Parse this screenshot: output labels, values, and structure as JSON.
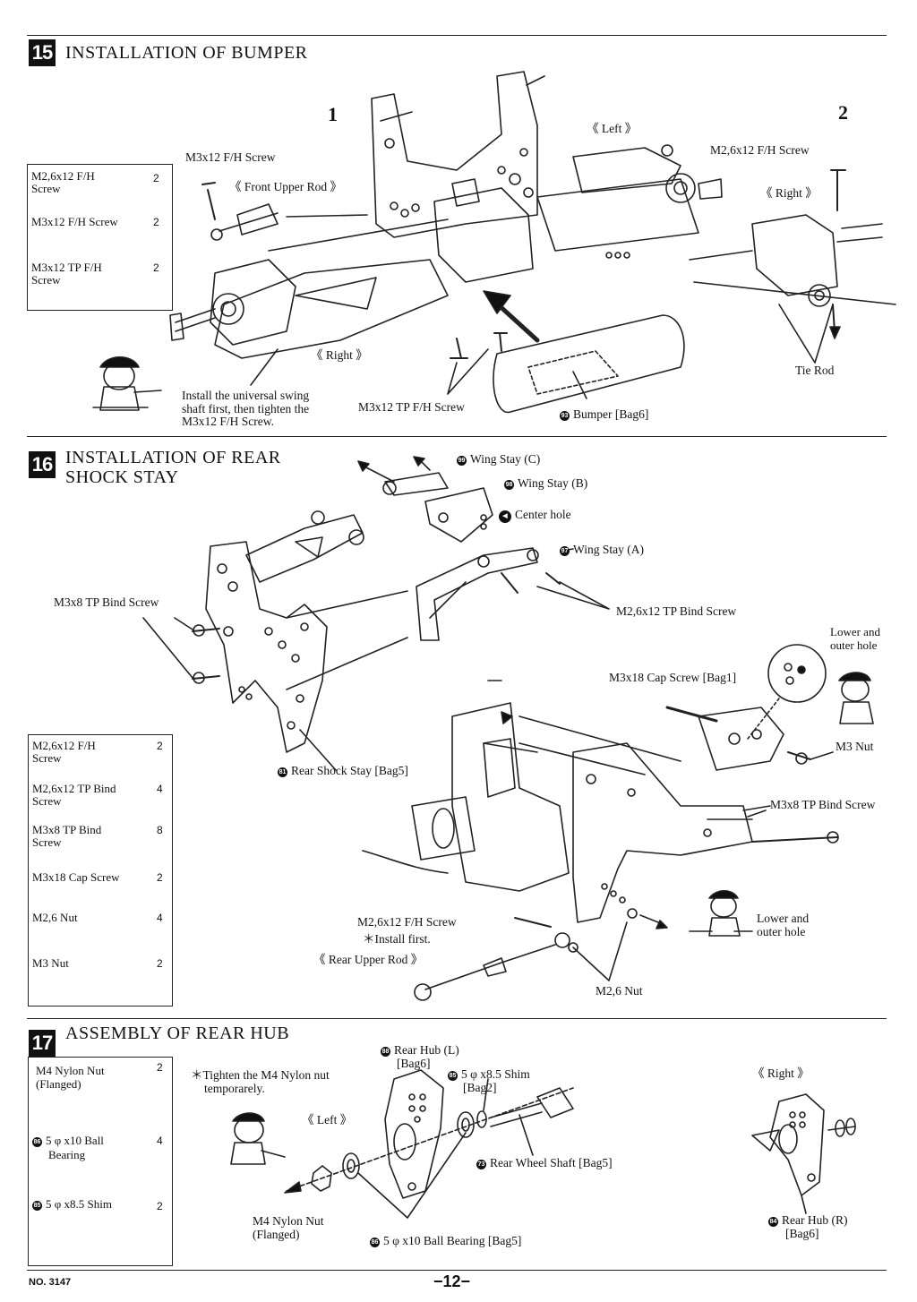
{
  "sections": {
    "s15": {
      "number": "15",
      "title": "INSTALLATION OF BUMPER",
      "parts": [
        {
          "name": "M2,6x12 F/H Screw",
          "qty": "2"
        },
        {
          "name": "M3x12 F/H Screw",
          "qty": "2"
        },
        {
          "name": "M3x12 TP F/H Screw",
          "qty": "2"
        }
      ],
      "labels": {
        "step1": "1",
        "step2": "2",
        "left": "《 Left 》",
        "right_top": "《 Right 》",
        "right_bottom": "《 Right 》",
        "front_upper_rod": "《 Front Upper Rod 》",
        "m3x12_fh": "M3x12 F/H Screw",
        "m26x12_fh": "M2,6x12 F/H Screw",
        "tie_rod": "Tie Rod",
        "m3x12_tp_fh": "M3x12 TP F/H Screw",
        "bumper_mark": "93",
        "bumper": "Bumper [Bag6]",
        "note_line1": "Install the universal swing",
        "note_line2": "shaft first, then tighten the",
        "note_line3": "M3x12 F/H Screw."
      }
    },
    "s16": {
      "number": "16",
      "title_line1": "INSTALLATION OF REAR",
      "title_line2": "SHOCK STAY",
      "parts": [
        {
          "name": "M2,6x12 F/H Screw",
          "qty": "2"
        },
        {
          "name": "M2,6x12 TP Bind Screw",
          "qty": "4"
        },
        {
          "name": "M3x8 TP Bind Screw",
          "qty": "8"
        },
        {
          "name": "M3x18 Cap Screw",
          "qty": "2"
        },
        {
          "name": "M2,6 Nut",
          "qty": "4"
        },
        {
          "name": "M3 Nut",
          "qty": "2"
        }
      ],
      "labels": {
        "wing_stay_c_mark": "99",
        "wing_stay_c": "Wing Stay (C)",
        "wing_stay_b_mark": "98",
        "wing_stay_b": "Wing Stay (B)",
        "center_hole": "Center hole",
        "wing_stay_a_mark": "97",
        "wing_stay_a": "Wing Stay (A)",
        "m3x8_tp_bind_left": "M3x8 TP Bind Screw",
        "m26x12_tp_bind": "M2,6x12 TP Bind Screw",
        "lower_outer_1a": "Lower and",
        "lower_outer_1b": "outer hole",
        "m3x18_cap": "M3x18 Cap Screw [Bag1]",
        "m3_nut": "M3 Nut",
        "rear_shock_stay_mark": "81",
        "rear_shock_stay": "Rear Shock Stay [Bag5]",
        "m3x8_tp_bind_right": "M3x8 TP Bind Screw",
        "m26x12_fh": "M2,6x12 F/H Screw",
        "install_first": "＊Install first.",
        "rear_upper_rod": "《 Rear Upper Rod 》",
        "m26_nut": "M2,6 Nut",
        "lower_outer_2a": "Lower and",
        "lower_outer_2b": "outer hole"
      }
    },
    "s17": {
      "number": "17",
      "title": "ASSEMBLY OF REAR HUB",
      "parts": [
        {
          "name": "M4 Nylon Nut",
          "name2": "(Flanged)",
          "qty": "2"
        },
        {
          "name": "5 φ x10 Ball",
          "name2": "Bearing",
          "qty": "4",
          "mark": "86"
        },
        {
          "name": "5 φ x8.5 Shim",
          "qty": "2",
          "mark": "85"
        }
      ],
      "labels": {
        "note_line1": "＊Tighten the M4 Nylon nut",
        "note_line2": "temporarely.",
        "left": "《 Left 》",
        "right": "《 Right 》",
        "rear_hub_l_mark": "88",
        "rear_hub_l_a": "Rear Hub (L)",
        "rear_hub_l_b": "[Bag6]",
        "shim_mark": "85",
        "shim_a": "5 φ x8.5 Shim",
        "shim_b": "[Bag2]",
        "rear_wheel_shaft_mark": "73",
        "rear_wheel_shaft": "Rear Wheel Shaft [Bag5]",
        "m4_nylon_a": "M4 Nylon Nut",
        "m4_nylon_b": "(Flanged)",
        "ball_bearing_mark": "86",
        "ball_bearing": "5 φ x10 Ball Bearing [Bag5]",
        "rear_hub_r_mark": "84",
        "rear_hub_r_a": "Rear Hub (R)",
        "rear_hub_r_b": "[Bag6]"
      }
    }
  },
  "footer": {
    "doc_number": "NO. 3147",
    "page": "−12−"
  }
}
